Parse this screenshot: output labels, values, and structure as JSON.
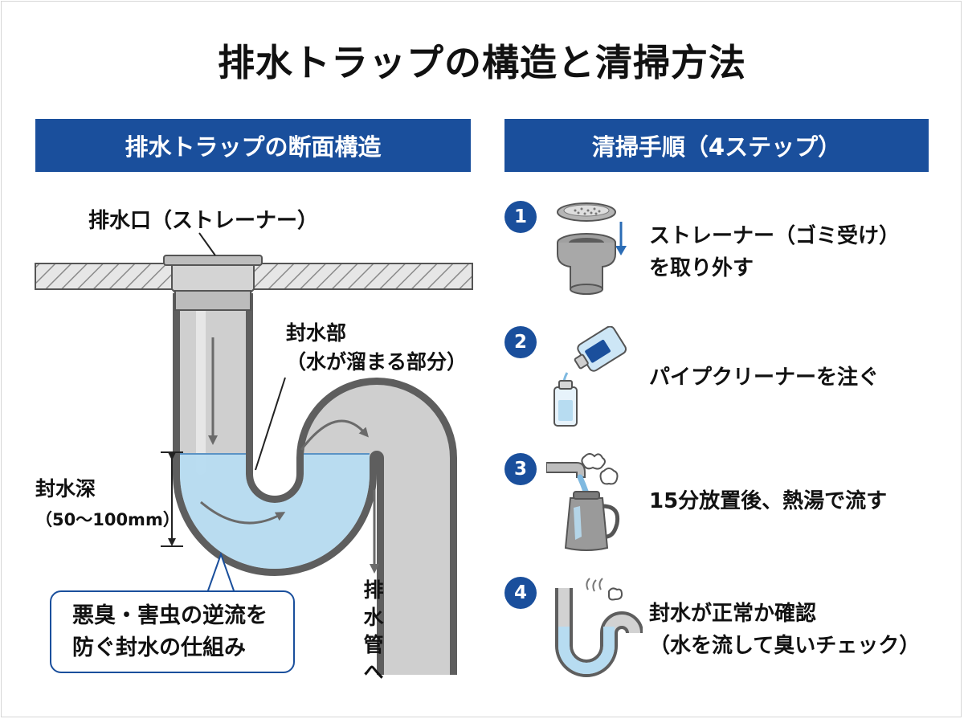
{
  "title": "排水トラップの構造と清掃方法",
  "left_section": {
    "header": "排水トラップの断面構造",
    "labels": {
      "strainer": "排水口（ストレーナー）",
      "seal_line1": "封水部",
      "seal_line2": "（水が溜まる部分）",
      "depth_line1": "封水深",
      "depth_line2": "（50〜100mm）",
      "drain_chars": [
        "排",
        "水",
        "管",
        "へ"
      ]
    },
    "callout": {
      "line1": "悪臭・害虫の逆流を",
      "line2": "防ぐ封水の仕組み"
    }
  },
  "right_section": {
    "header": "清掃手順（4ステップ）",
    "steps": [
      {
        "number": "1",
        "line1": "ストレーナー（ゴミ受け）",
        "line2": "を取り外す",
        "icon": "strainer-removal-icon"
      },
      {
        "number": "2",
        "line1": "パイプクリーナーを注ぐ",
        "line2": "",
        "icon": "pipe-cleaner-bottle-icon"
      },
      {
        "number": "3",
        "line1": "15分放置後、熱湯で流す",
        "line2": "",
        "icon": "hot-water-kettle-icon"
      },
      {
        "number": "4",
        "line1": "封水が正常か確認",
        "line2": "（水を流して臭いチェック）",
        "icon": "water-seal-check-icon"
      }
    ]
  },
  "colors": {
    "header_blue": "#1a4f9c",
    "pipe_wall": "#666666",
    "pipe_inner": "#cdcdcd",
    "water": "#b7dcf1",
    "arrow": "#6a6a6a"
  }
}
